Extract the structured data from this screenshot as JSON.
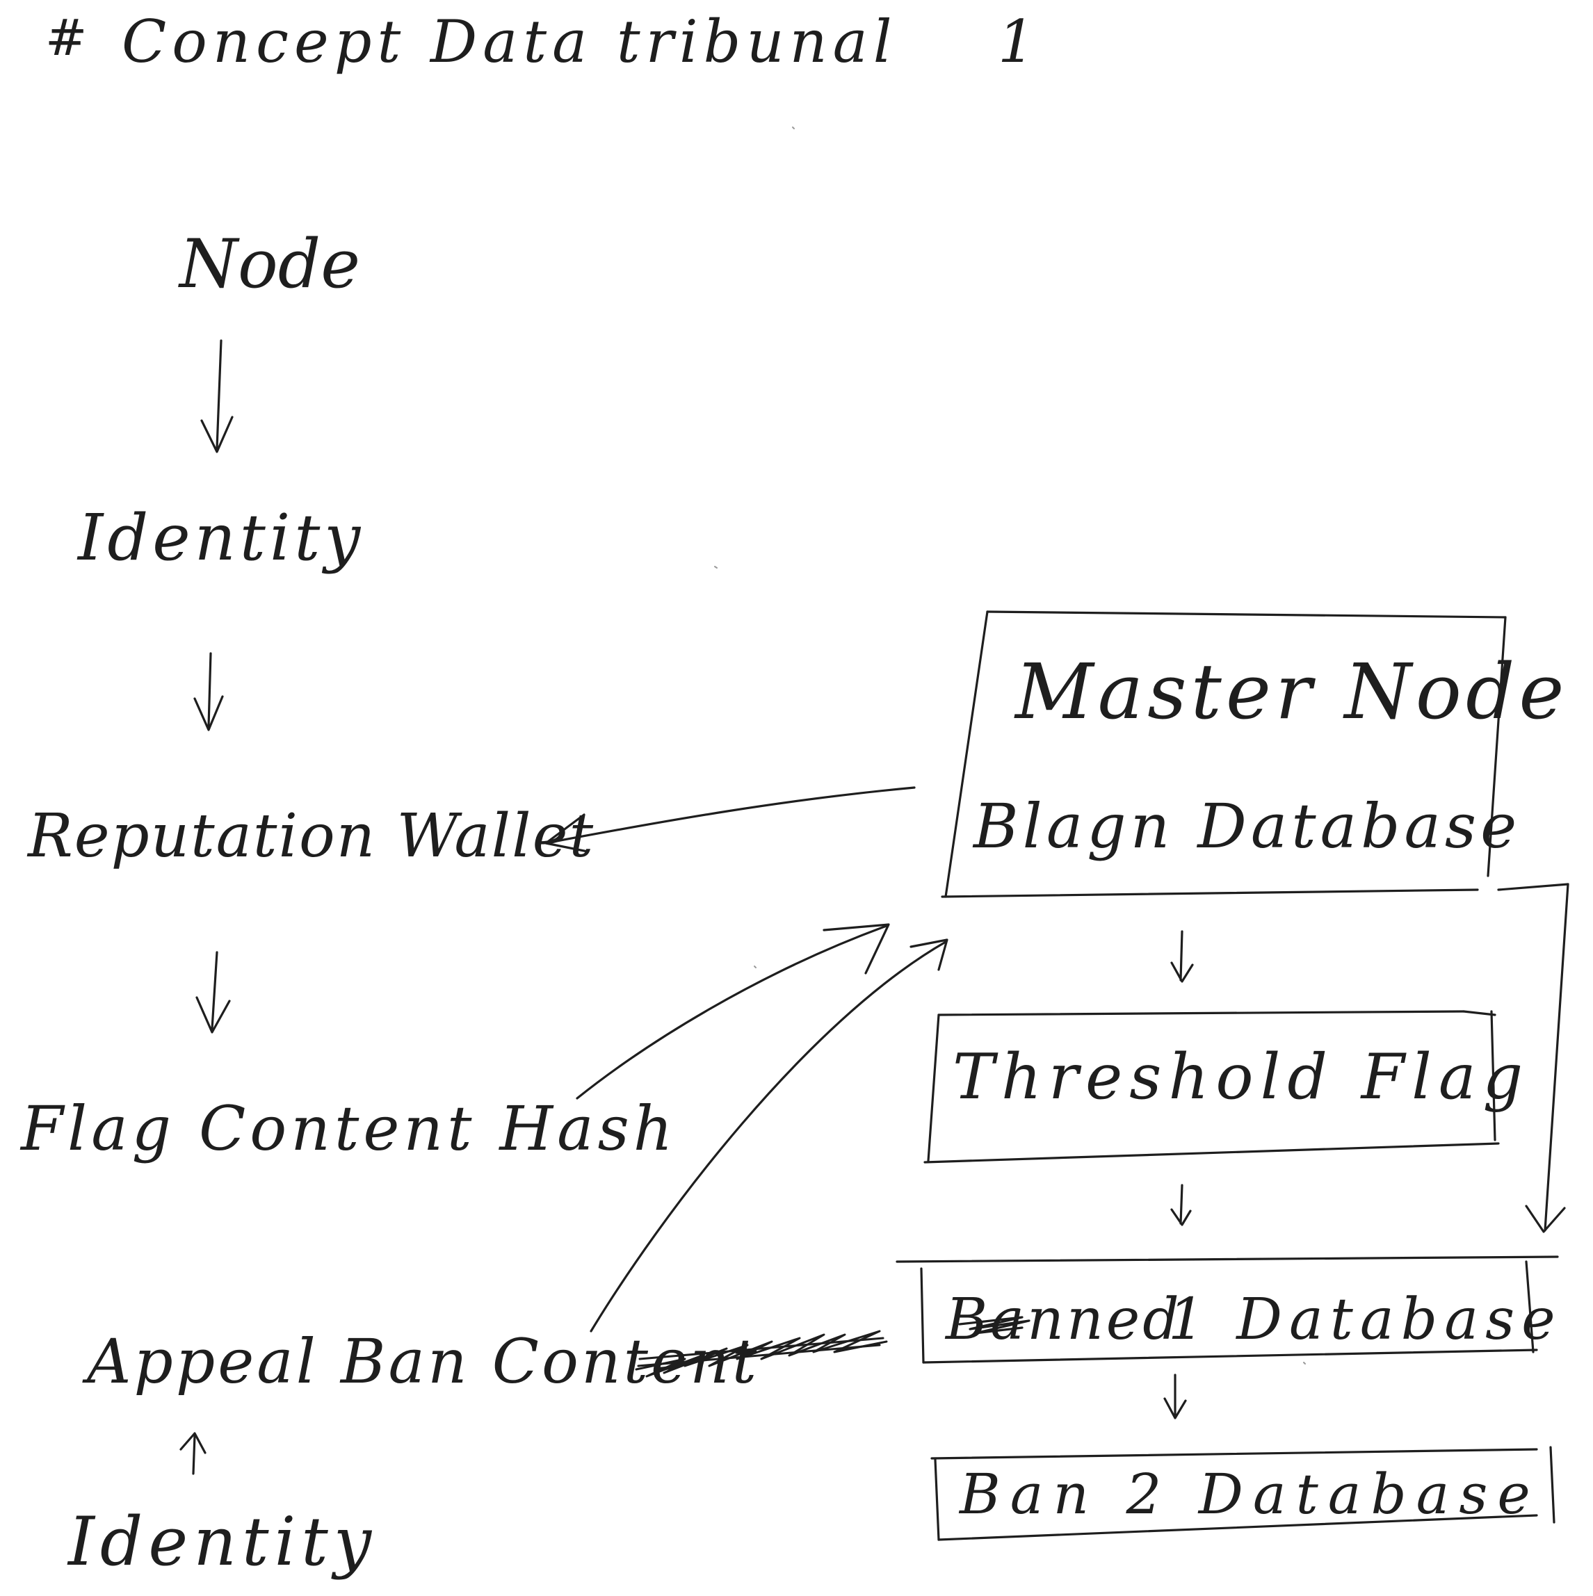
{
  "title": {
    "hash": "#",
    "text": "Concept Data tribunal",
    "page_number": "1"
  },
  "left_flow": {
    "node": "Node",
    "identity": "Identity",
    "reputation_wallet": "Reputation Wallet",
    "flag_content_hash": "Flag Content Hash",
    "appeal_ban_content": "Appeal Ban Content",
    "identity_bottom": "Identity"
  },
  "master_node_box": {
    "heading": "Master Node",
    "sub": "Blagn Database"
  },
  "threshold_box": {
    "label": "Threshold Flag"
  },
  "ban1_box": {
    "label_prefix": "Banned",
    "label_rest": "1 Database"
  },
  "ban2_box": {
    "label": "Ban 2 Database"
  },
  "colors": {
    "ink": "#1e1e1e",
    "paper": "#ffffff"
  }
}
